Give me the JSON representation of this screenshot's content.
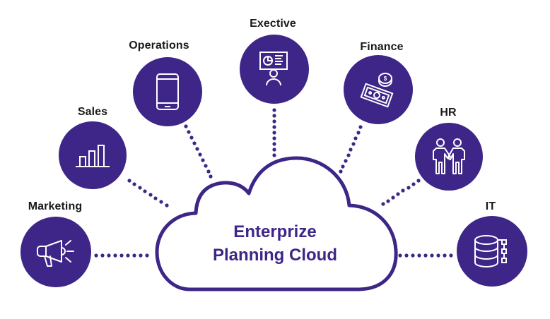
{
  "diagram": {
    "center": {
      "line1": "Enterprize",
      "line2": "Planning Cloud"
    },
    "colors": {
      "primary": "#3d2688",
      "label": "#1a1a1a",
      "background": "#ffffff"
    },
    "nodes": [
      {
        "label": "Marketing",
        "icon": "megaphone-icon"
      },
      {
        "label": "Sales",
        "icon": "bar-chart-icon"
      },
      {
        "label": "Operations",
        "icon": "smartphone-icon"
      },
      {
        "label": "Exective",
        "icon": "presentation-person-icon"
      },
      {
        "label": "Finance",
        "icon": "money-coin-icon"
      },
      {
        "label": "HR",
        "icon": "handshake-people-icon"
      },
      {
        "label": "IT",
        "icon": "database-network-icon"
      }
    ]
  }
}
